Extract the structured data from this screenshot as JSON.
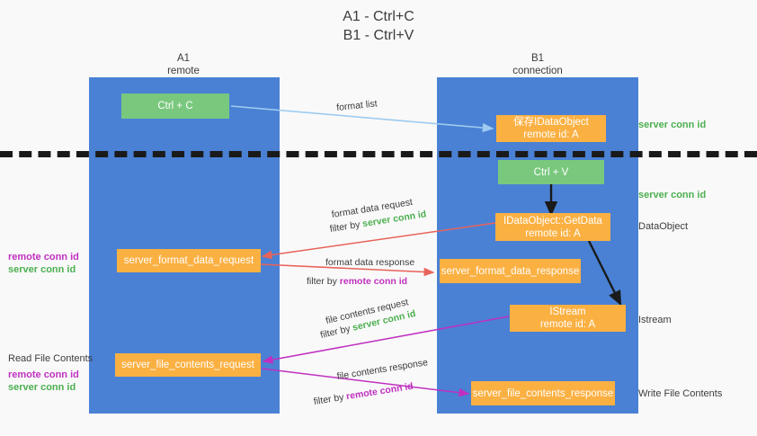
{
  "title": "A1 - Ctrl+C\nB1 - Ctrl+V",
  "colors": {
    "lane": "#4a81d4",
    "node_orange": "#fbb042",
    "node_green": "#79c87e",
    "server_conn": "#4caf50",
    "remote_conn": "#c030c0",
    "arrow_blue": "#9ecbf0",
    "arrow_red": "#e8635a",
    "arrow_purple": "#c030c0",
    "arrow_black": "#1a1a1a",
    "background": "#f9f9f9"
  },
  "lanes": [
    {
      "id": "a1",
      "header": "A1\nremote"
    },
    {
      "id": "b1",
      "header": "B1\nconnection"
    }
  ],
  "nodes": {
    "ctrl_c": "Ctrl + C",
    "ctrl_v": "Ctrl + V",
    "save_idataobject": "保存IDataObject\nremote id: A",
    "idataobject_getdata": "IDataObject::GetData\nremote id: A",
    "istream": "IStream\nremote id: A",
    "server_format_data_request": "server_format_data_request",
    "server_format_data_response": "server_format_data_response",
    "server_file_contents_request": "server_file_contents_request",
    "server_file_contents_response": "server_file_contents_response"
  },
  "edge_labels": {
    "format_list": "format list",
    "format_data_request": "format data request",
    "format_data_request_filter_prefix": "filter by ",
    "format_data_request_filter_value": "server conn id",
    "format_data_response": "format data response",
    "format_data_response_filter_prefix": "filter by ",
    "format_data_response_filter_value": "remote conn id",
    "file_contents_request": "file contents request",
    "file_contents_request_filter_prefix": "filter by ",
    "file_contents_request_filter_value": "server conn id",
    "file_contents_response": "file contents response",
    "file_contents_response_filter_prefix": "filter by ",
    "file_contents_response_filter_value": "remote conn id"
  },
  "right_labels": {
    "server_conn_id_top": "server conn id",
    "server_conn_id_mid": "server conn id",
    "dataobject": "DataObject",
    "istream": "Istream",
    "write_file_contents": "Write File Contents"
  },
  "left_labels": {
    "conn_ids_top_remote": "remote conn id",
    "conn_ids_top_server": "server conn id",
    "read_file_contents": "Read File Contents",
    "conn_ids_bottom_remote": "remote conn id",
    "conn_ids_bottom_server": "server conn id"
  }
}
